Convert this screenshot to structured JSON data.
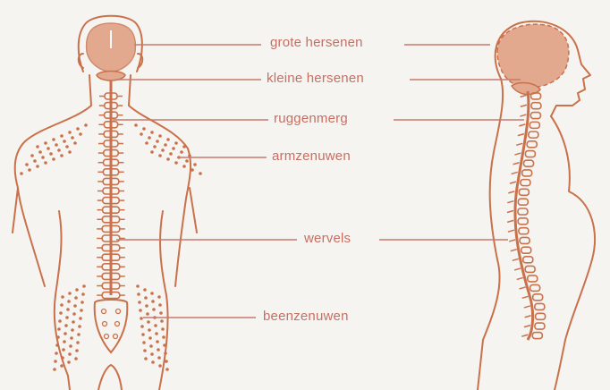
{
  "labels": {
    "cerebrum": "grote hersenen",
    "cerebellum": "kleine hersenen",
    "spinal_cord": "ruggenmerg",
    "arm_nerves": "armzenuwen",
    "vertebrae": "wervels",
    "leg_nerves": "beenzenuwen"
  },
  "colors": {
    "background": "#f6f4f1",
    "outline": "#c9714a",
    "brain_fill": "#e3a98f",
    "label_text": "#c66f62",
    "leader_line": "#c77a6c"
  }
}
